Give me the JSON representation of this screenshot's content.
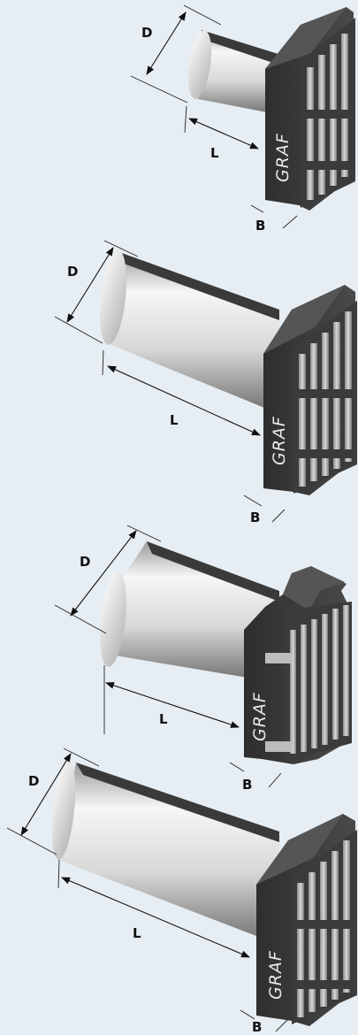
{
  "figures": [
    {
      "id": "holder-1",
      "diameter_label": "D",
      "length_label": "L",
      "width_label": "B",
      "brand": "GRAF"
    },
    {
      "id": "holder-2",
      "diameter_label": "D",
      "length_label": "L",
      "width_label": "B",
      "brand": "GRAF"
    },
    {
      "id": "holder-3",
      "diameter_label": "D",
      "length_label": "L",
      "width_label": "B",
      "brand": "GRAF"
    },
    {
      "id": "holder-4",
      "diameter_label": "D",
      "length_label": "L",
      "width_label": "B",
      "brand": "GRAF"
    }
  ],
  "colors": {
    "background": "#e6eef4",
    "shaft_light": "#f4f4f4",
    "shaft_shadow": "#7a7a7a",
    "shaft_top": "#3a3a3a",
    "head_dark": "#3c3c3c",
    "head_light": "#bdbdbd",
    "dimension_line": "#111111"
  }
}
